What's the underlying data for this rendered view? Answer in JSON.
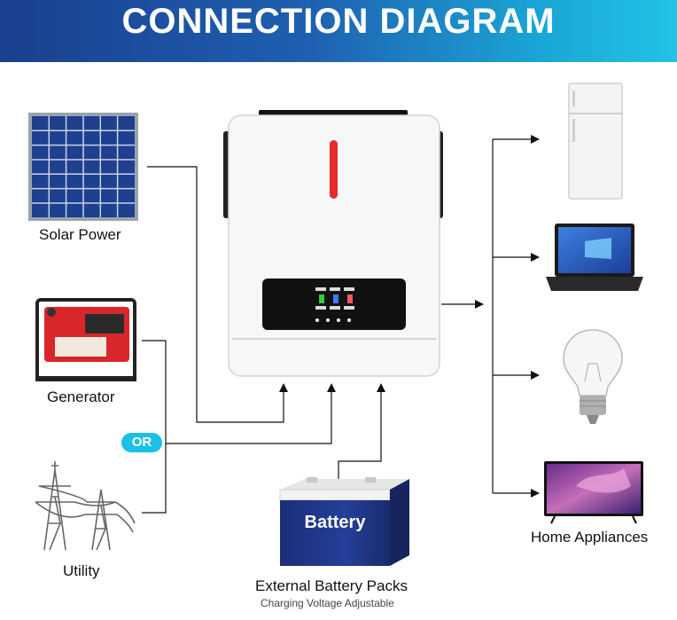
{
  "banner": {
    "title": "CONNECTION DIAGRAM",
    "colors": [
      "#1a3f8f",
      "#22c3e6"
    ]
  },
  "sources": {
    "solar": {
      "label": "Solar Power",
      "icon": "solar-panel-icon"
    },
    "generator": {
      "label": "Generator",
      "icon": "generator-icon"
    },
    "or_badge": "OR",
    "utility": {
      "label": "Utility",
      "icon": "power-pylon-icon"
    }
  },
  "battery": {
    "label_on_case": "Battery",
    "caption": "External Battery Packs",
    "subcaption": "Charging Voltage Adjustable",
    "icon": "battery-icon"
  },
  "inverter": {
    "icon": "inverter-icon",
    "accent": "#e52b2b"
  },
  "outputs": {
    "items": [
      {
        "icon": "refrigerator-icon"
      },
      {
        "icon": "laptop-icon"
      },
      {
        "icon": "light-bulb-icon"
      },
      {
        "icon": "television-icon"
      }
    ],
    "caption": "Home Appliances"
  }
}
